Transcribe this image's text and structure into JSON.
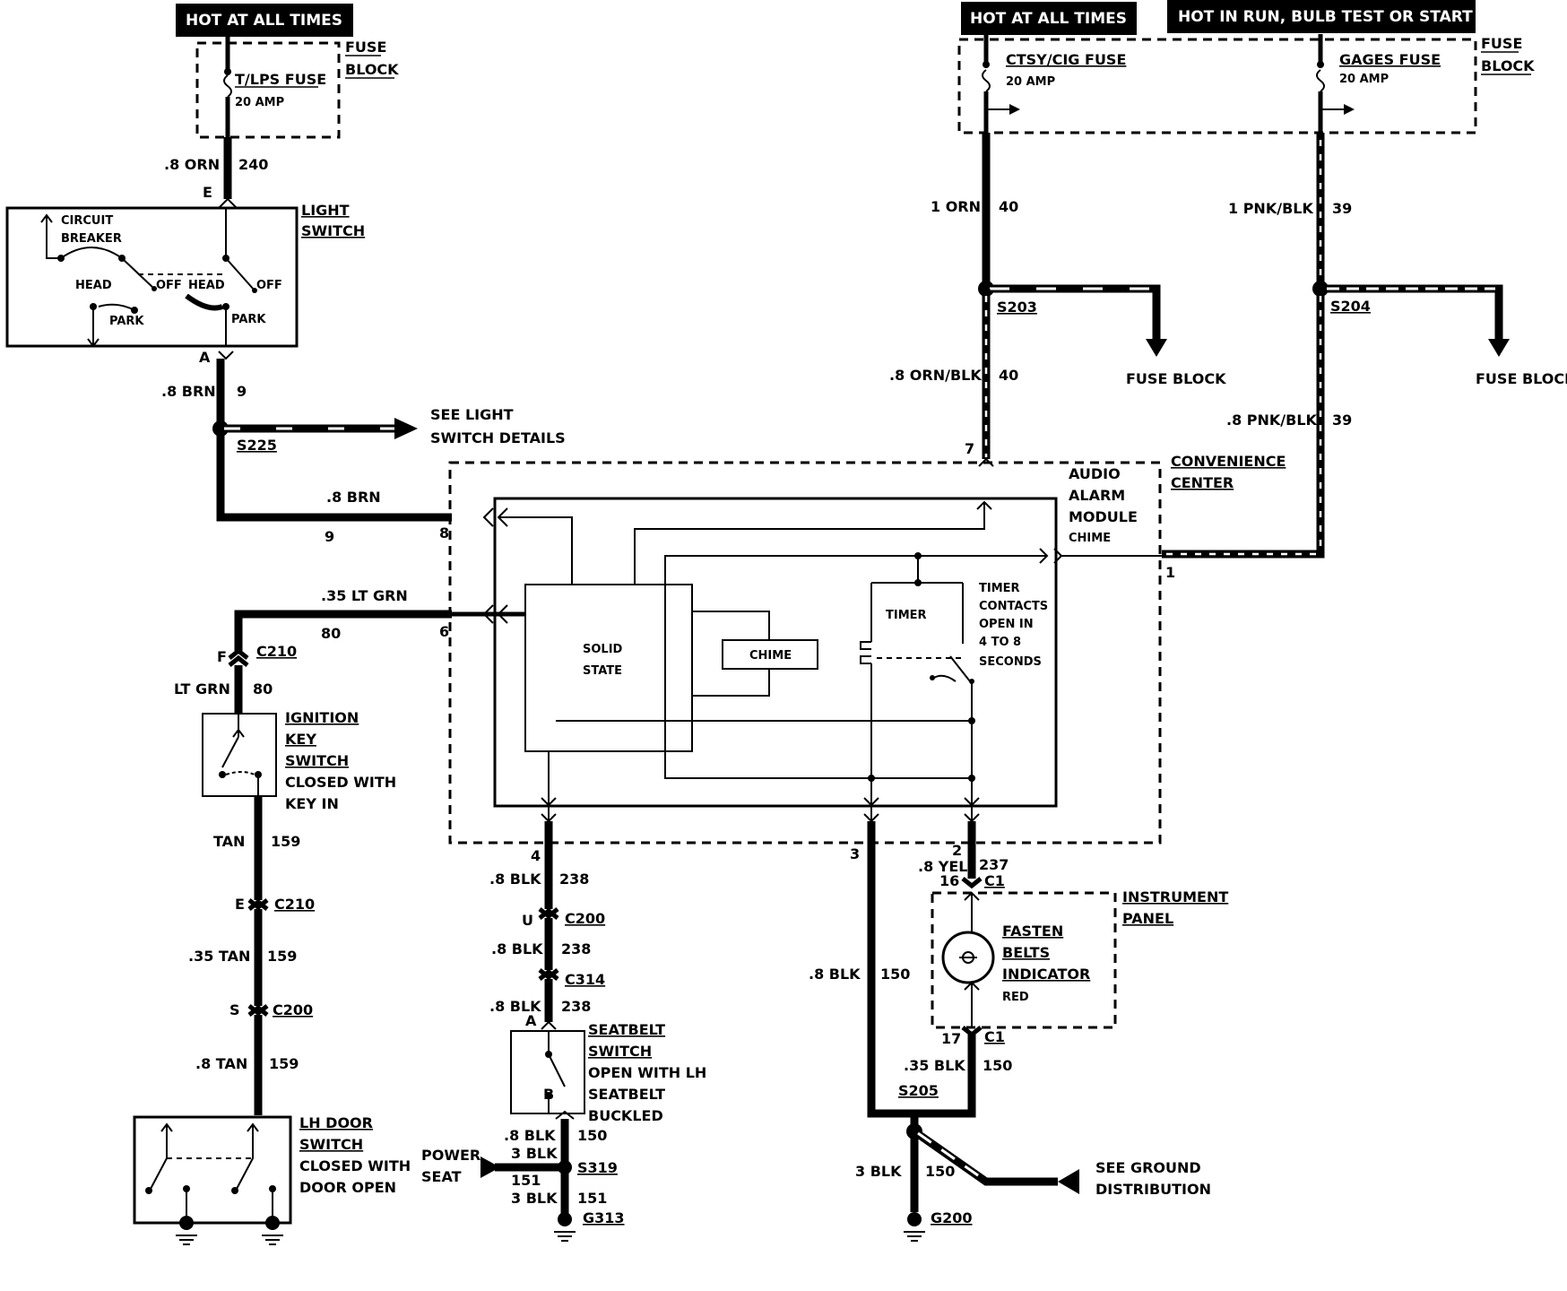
{
  "headers": {
    "hot_at_all_times_left": "HOT AT ALL TIMES",
    "hot_at_all_times_right": "HOT AT ALL TIMES",
    "hot_in_run": "HOT IN RUN,  BULB TEST OR START"
  },
  "left_fuse_block": {
    "line1": "FUSE",
    "line2": "BLOCK",
    "fuse_name": "T/LPS FUSE",
    "fuse_rating": "20 AMP"
  },
  "right_fuse_block": {
    "line1": "FUSE",
    "line2": "BLOCK",
    "fuse1_name": "CTSY/CIG FUSE",
    "fuse1_rating": "20 AMP",
    "fuse2_name": "GAGES FUSE",
    "fuse2_rating": "20 AMP"
  },
  "light_switch": {
    "line1": "LIGHT",
    "line2": "SWITCH",
    "cb1": "CIRCUIT",
    "cb2": "BREAKER",
    "head1": "HEAD",
    "off1": "OFF",
    "head2": "HEAD",
    "off2": "OFF",
    "park1": "PARK",
    "park2": "PARK"
  },
  "wires": {
    "w240_color": ".8 ORN",
    "w240_num": "240",
    "pin_e_top": "E",
    "pin_a": "A",
    "w9_color": ".8 BRN",
    "w9_num": "9",
    "s225": "S225",
    "see_light1": "SEE LIGHT",
    "see_light2": "SWITCH DETAILS",
    "w9b_color": ".8 BRN",
    "w9b_num": "9",
    "pin8": "8",
    "w80_color": ".35 LT GRN",
    "w80_num": "80",
    "pin6": "6",
    "pin_f": "F",
    "c210_top": "C210",
    "w80b_color": "LT GRN",
    "w80b_num": "80",
    "w159a_color": "TAN",
    "w159a_num": "159",
    "pin_e2": "E",
    "c210_bot": "C210",
    "w159b_color": ".35 TAN",
    "w159b_num": "159",
    "pin_s": "S",
    "c200_left": "C200",
    "w159c_color": ".8 TAN",
    "w159c_num": "159",
    "w40_color": "1 ORN",
    "w40_num": "40",
    "w39_color": "1 PNK/BLK",
    "w39_num": "39",
    "s203": "S203",
    "s204": "S204",
    "fuse_block_a": "FUSE BLOCK",
    "fuse_block_b": "FUSE BLOCK",
    "w40b_color": ".8 ORN/BLK",
    "w40b_num": "40",
    "w39b_color": ".8 PNK/BLK",
    "w39b_num": "39",
    "pin7": "7",
    "pin1": "1",
    "pin4": "4",
    "w238a_color": ".8 BLK",
    "w238a_num": "238",
    "pin_u": "U",
    "c200_mid": "C200",
    "w238b_color": ".8 BLK",
    "w238b_num": "238",
    "c314": "C314",
    "w238c_color": ".8 BLK",
    "w238c_num": "238",
    "pin_a2": "A",
    "pin_b": "B",
    "w150a_color": ".8 BLK",
    "w150a_num": "150",
    "w3blk_top": "3 BLK",
    "s319": "S319",
    "power1": "POWER",
    "power2": "SEAT",
    "w151_num_a": "151",
    "w151_color": "3 BLK",
    "w151_num_b": "151",
    "g313": "G313",
    "pin3": "3",
    "w150b_color": ".8 BLK",
    "w150b_num": "150",
    "pin2": "2",
    "w237_color": ".8 YEL",
    "w237_num": "237",
    "pin16": "16",
    "c1_top": "C1",
    "pin17": "17",
    "c1_bot": "C1",
    "w150c_color": ".35 BLK",
    "w150c_num": "150",
    "s205": "S205",
    "w150d_color": "3 BLK",
    "w150d_num": "150",
    "g200": "G200",
    "see_ground1": "SEE GROUND",
    "see_ground2": "DISTRIBUTION"
  },
  "convenience_center": {
    "line1": "CONVENIENCE",
    "line2": "CENTER"
  },
  "audio_module": {
    "line1": "AUDIO",
    "line2": "ALARM",
    "line3": "MODULE",
    "chime_small": "CHIME",
    "solid1": "SOLID",
    "solid2": "STATE",
    "chime_box": "CHIME",
    "timer": "TIMER",
    "tc1": "TIMER",
    "tc2": "CONTACTS",
    "tc3": "OPEN IN",
    "tc4": "4 TO 8",
    "tc5": "SECONDS"
  },
  "ignition_switch": {
    "l1": "IGNITION",
    "l2": "KEY",
    "l3": "SWITCH",
    "l4": "CLOSED WITH",
    "l5": "KEY IN"
  },
  "lh_door": {
    "l1": "LH DOOR",
    "l2": "SWITCH",
    "l3": "CLOSED WITH",
    "l4": "DOOR OPEN"
  },
  "seatbelt": {
    "l1": "SEATBELT",
    "l2": "SWITCH",
    "l3": "OPEN WITH LH",
    "l4": "SEATBELT",
    "l5": "BUCKLED"
  },
  "instrument_panel": {
    "l1": "INSTRUMENT",
    "l2": "PANEL",
    "f1": "FASTEN",
    "f2": "BELTS",
    "f3": "INDICATOR",
    "f4": "RED"
  }
}
